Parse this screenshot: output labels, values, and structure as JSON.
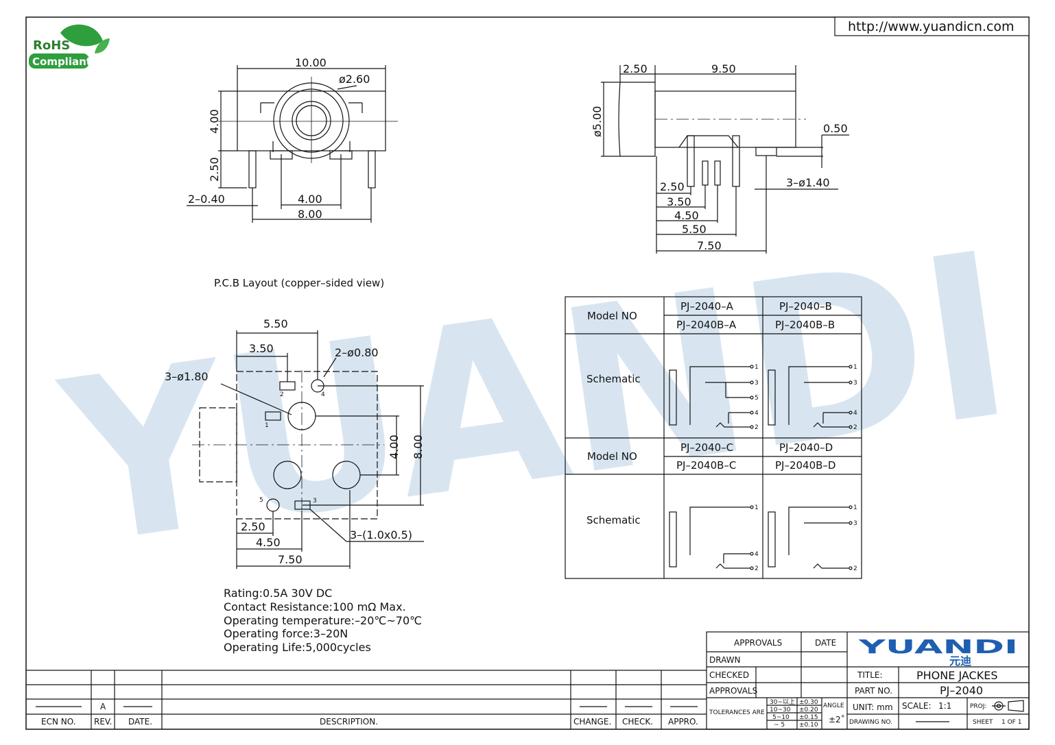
{
  "header": {
    "url": "http://www.yuandicn.com",
    "rohs_top": "RoHS",
    "rohs_bottom": "Compliant",
    "watermark": "YUANDI"
  },
  "front_view": {
    "width": "10.00",
    "hole_dia": "ø2.60",
    "height": "4.00",
    "pin_len": "2.50",
    "pin_width": "2–0.40",
    "pin_spacing": "4.00",
    "overall": "8.00"
  },
  "side_view": {
    "cap_len": "2.50",
    "body_len": "9.50",
    "dia": "ø5.00",
    "offset": "0.50",
    "pin_dia": "3–ø1.40",
    "dims": [
      "2.50",
      "3.50",
      "4.50",
      "5.50",
      "7.50"
    ]
  },
  "pcb": {
    "title": "P.C.B Layout (copper–sided view)",
    "dim_550": "5.50",
    "dim_350": "3.50",
    "holes_small": "2–ø0.80",
    "holes_large": "3–ø1.80",
    "dim_400": "4.00",
    "dim_800": "8.00",
    "dim_250": "2.50",
    "dim_450": "4.50",
    "dim_750": "7.50",
    "slots": "3–(1.0x0.5)",
    "pin_labels": [
      "1",
      "2",
      "3",
      "4",
      "5"
    ]
  },
  "specs": [
    "Rating:0.5A 30V DC",
    "Contact Resistance:100 mΩ Max.",
    "Operating temperature:–20℃~70℃",
    "Operating force:3–20N",
    "Operating Life:5,000cycles"
  ],
  "model_table": {
    "model_label": "Model NO",
    "schematic_label": "Schematic",
    "row1": [
      "PJ–2040–A",
      "PJ–2040–B"
    ],
    "row1b": [
      "PJ–2040B–A",
      "PJ–2040B–B"
    ],
    "row2": [
      "PJ–2040–C",
      "PJ–2040–D"
    ],
    "row2b": [
      "PJ–2040B–C",
      "PJ–2040B–D"
    ],
    "pins": [
      "1",
      "2",
      "3",
      "4",
      "5"
    ]
  },
  "revision_block": {
    "headers": [
      "ECN NO.",
      "REV.",
      "DATE.",
      "DESCRIPTION.",
      "CHANGE.",
      "CHECK.",
      "APPRO."
    ],
    "rev": "A"
  },
  "title_block": {
    "approvals": "APPROVALS",
    "date": "DATE",
    "drawn": "DRAWN",
    "checked": "CHECKED",
    "approvals2": "APPROVALS",
    "tolerances": "TOLERANCES ARE",
    "tol_ranges": [
      "30~以上",
      "10~30",
      "5~10",
      "~ 5"
    ],
    "tol_values": [
      "±0.30",
      "±0.20",
      "±0.15",
      "±0.10"
    ],
    "angle": "ANGLE",
    "angle_value": "±2˚",
    "logo": "YUANDI",
    "logo_cn": "元迪",
    "title_label": "TITLE:",
    "title_value": "PHONE JACKES",
    "part_label": "PART NO.",
    "part_value": "PJ–2040",
    "unit": "UNIT: mm",
    "scale_label": "SCALE:",
    "scale_value": "1:1",
    "proj": "PROJ:",
    "drawing_no": "DRAWING NO.",
    "sheet": "SHEET",
    "sheet_value": "1 OF 1"
  }
}
